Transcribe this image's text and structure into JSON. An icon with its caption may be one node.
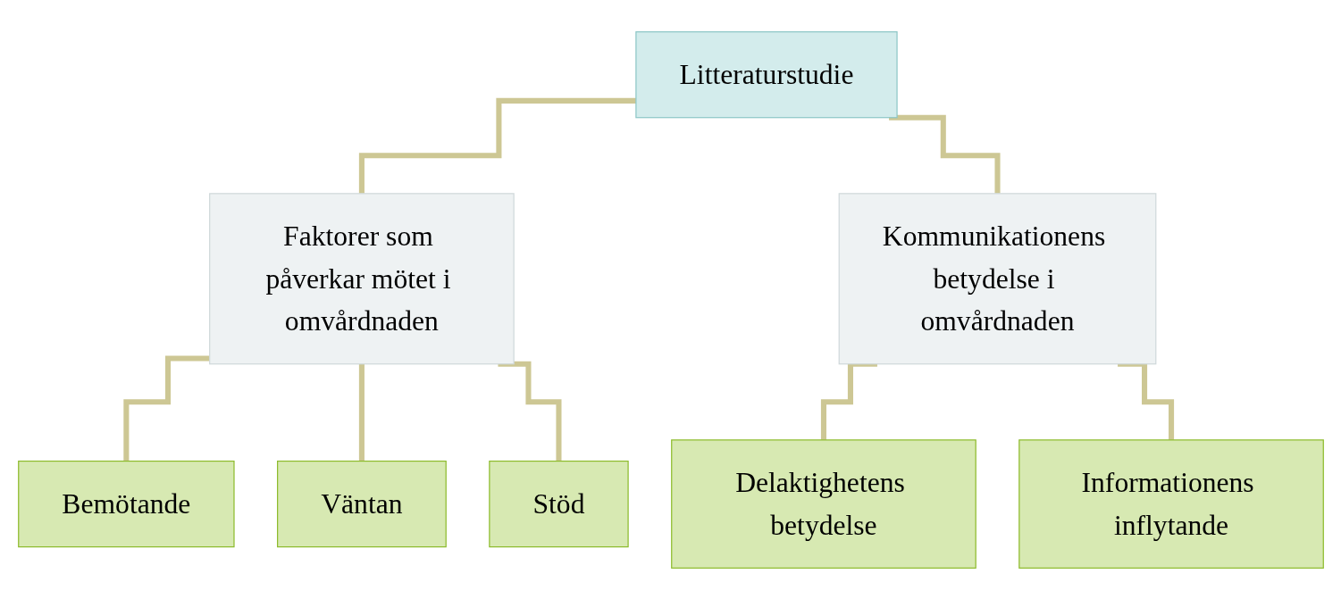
{
  "diagram": {
    "nodes": [
      {
        "text": [
          "Litteraturstudie"
        ]
      },
      {
        "text": [
          "Faktorer som påverkar mötet i omvårdnaden"
        ]
      },
      {
        "text": [
          "Kommunikationens betydelse i omvårdnaden"
        ]
      },
      {
        "text": [
          "Bemötande"
        ]
      },
      {
        "text": [
          "Väntan"
        ]
      },
      {
        "text": [
          "Stöd"
        ]
      },
      {
        "text": [
          "Delaktighetens betydelse"
        ]
      },
      {
        "text": [
          "Informationens inflytande"
        ]
      }
    ],
    "edges": [
      {
        "from": 0,
        "to": 1,
        "arrow": "none"
      },
      {
        "from": 0,
        "to": 2,
        "arrow": "none"
      },
      {
        "from": 1,
        "to": 3,
        "arrow": "none"
      },
      {
        "from": 1,
        "to": 4,
        "arrow": "none"
      },
      {
        "from": 1,
        "to": 5,
        "arrow": "none"
      },
      {
        "from": 2,
        "to": 6,
        "arrow": "none"
      },
      {
        "from": 2,
        "to": 7,
        "arrow": "none"
      }
    ]
  }
}
